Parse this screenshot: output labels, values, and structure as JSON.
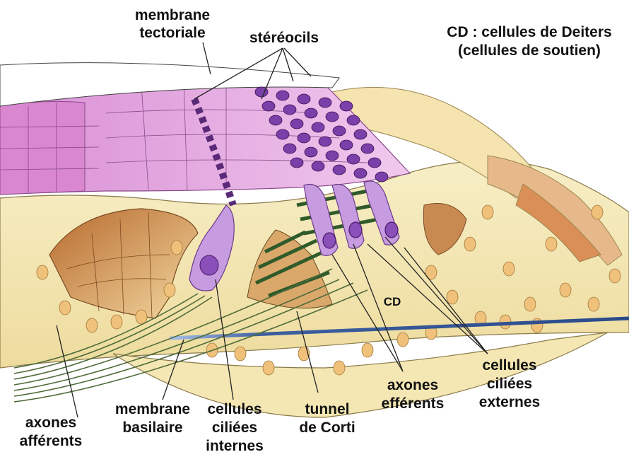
{
  "legend": {
    "line1": "CD : cellules de Deiters",
    "line2": "(cellules de soutien)"
  },
  "labels": {
    "membrane_tectoriale": [
      "membrane",
      "tectoriale"
    ],
    "stereocils": "stéréocils",
    "cd_marker": "CD",
    "axones_afferents": [
      "axones",
      "afférents"
    ],
    "membrane_basilaire": [
      "membrane",
      "basilaire"
    ],
    "cellules_ciliees_internes": [
      "cellules",
      "ciliées",
      "internes"
    ],
    "tunnel_de_corti": [
      "tunnel",
      "de Corti"
    ],
    "axones_efferents": [
      "axones",
      "efférents"
    ],
    "cellules_ciliees_externes": [
      "cellules",
      "ciliées",
      "externes"
    ]
  },
  "colors": {
    "tectorial_membrane": "#e8b8e6",
    "hair_cell": "#c79be0",
    "hair_cell_nucleus": "#8a4fb8",
    "stereocil": "#7a3fa8",
    "support_tissue": "#f4e7b4",
    "support_nucleus": "#f0c17a",
    "brown_tissue": "#c9844a",
    "tunnel_stripe": "#2f5a2a",
    "nerve_fiber": "#4f6b3a",
    "basilar_membrane": "#3d5fa0"
  }
}
